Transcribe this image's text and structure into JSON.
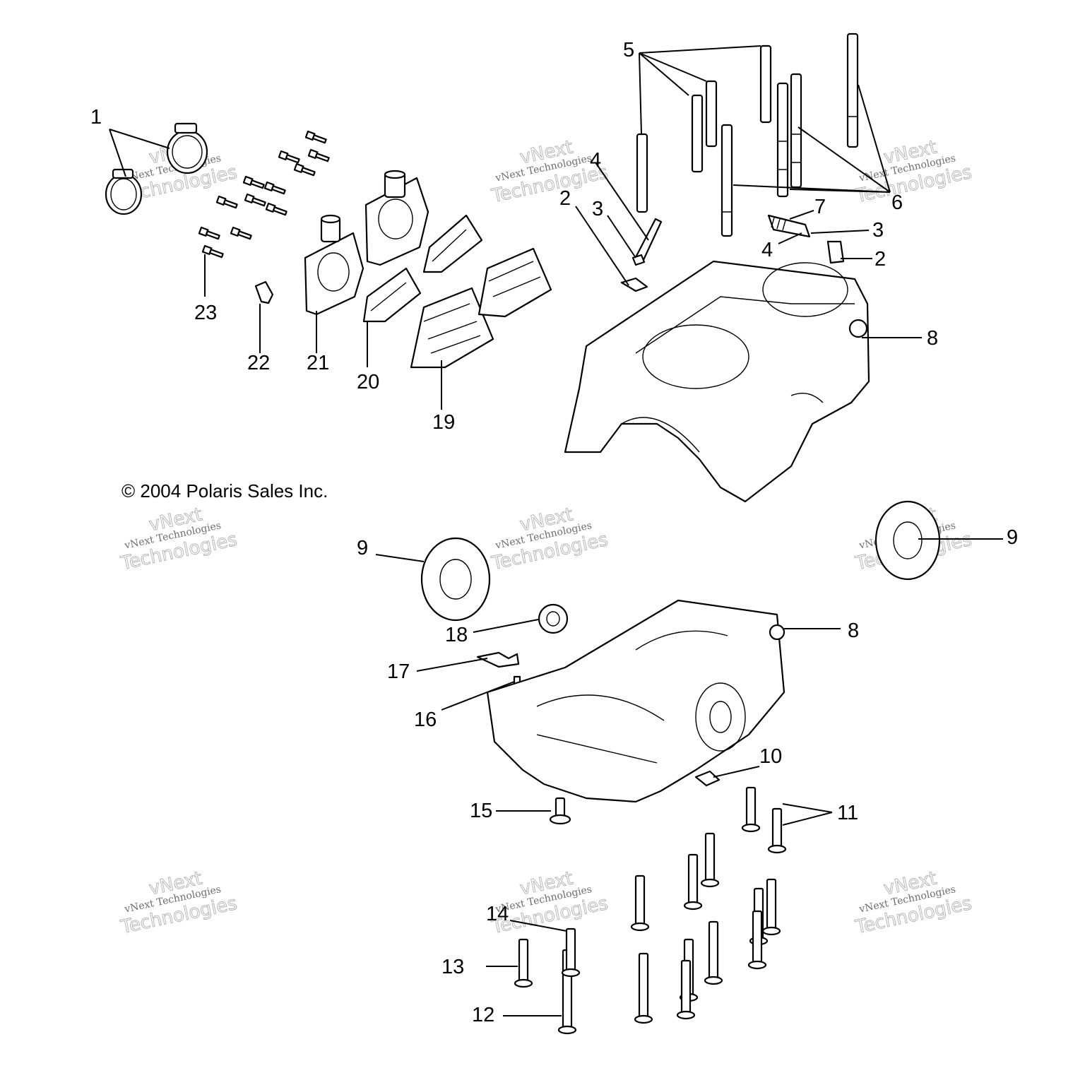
{
  "copyright": "© 2004 Polaris Sales Inc.",
  "watermark": {
    "line1": "vNext Technologies",
    "line2": "vNext",
    "line3": "Technologies"
  },
  "callouts": {
    "c1": "1",
    "c2a": "2",
    "c2b": "2",
    "c3a": "3",
    "c3b": "3",
    "c4a": "4",
    "c4b": "4",
    "c5": "5",
    "c6": "6",
    "c7": "7",
    "c8a": "8",
    "c8b": "8",
    "c9a": "9",
    "c9b": "9",
    "c10": "10",
    "c11": "11",
    "c12": "12",
    "c13": "13",
    "c14": "14",
    "c15": "15",
    "c16": "16",
    "c17": "17",
    "c18": "18",
    "c19": "19",
    "c20": "20",
    "c21": "21",
    "c22": "22",
    "c23": "23"
  }
}
